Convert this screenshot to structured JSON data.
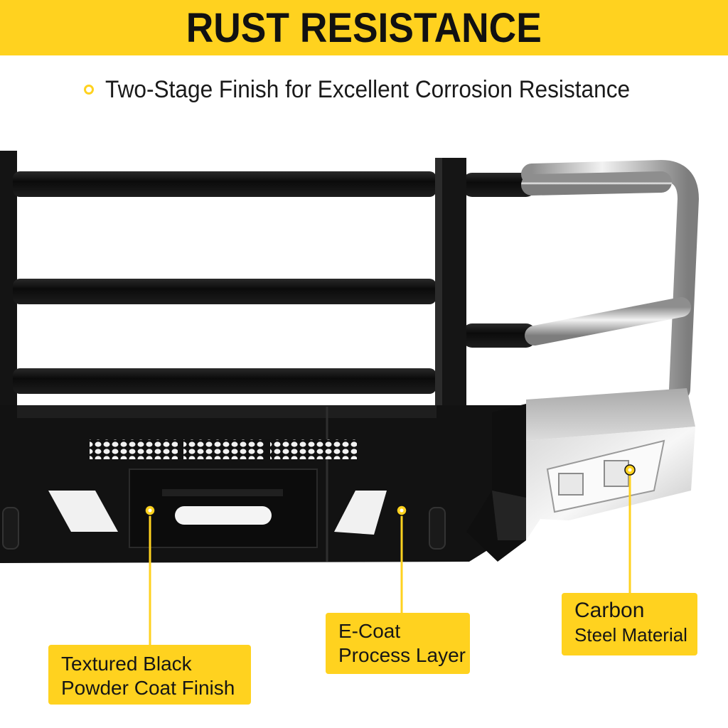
{
  "header": {
    "title": "RUST RESISTANCE"
  },
  "feature": {
    "bullet_icon": "ring-bullet-icon",
    "text": "Two-Stage Finish for Excellent Corrosion Resistance"
  },
  "callouts": [
    {
      "lines": [
        "Textured Black",
        "Powder Coat Finish"
      ]
    },
    {
      "lines": [
        "E-Coat",
        "Process Layer"
      ]
    },
    {
      "lines": [
        "Carbon",
        "Steel Material"
      ]
    }
  ],
  "colors": {
    "accent": "#ffd21f",
    "text": "#161616",
    "coating_black": "#111111",
    "bare_steel": "#c9c9c9"
  }
}
